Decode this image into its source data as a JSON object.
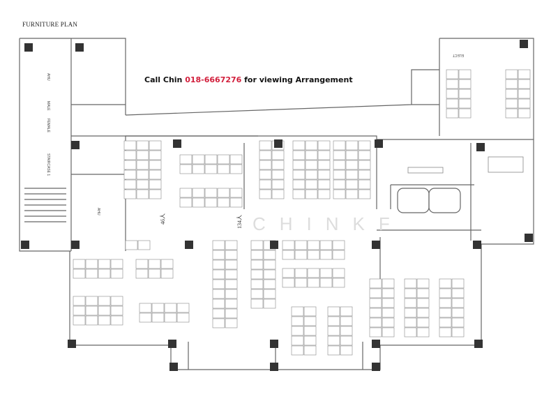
{
  "header": {
    "title": "FURNITURE PLAN",
    "call_prefix": "Call Chin ",
    "phone": "018-6667276",
    "call_suffix": " for viewing Arrangement"
  },
  "rooms": {
    "ahu_top": "AHU",
    "male": "MALE",
    "female": "FEMALE",
    "staircase": "STAIRCASE 1",
    "ahu_bottom": "AHU",
    "elect": "ELECT"
  },
  "capacity": {
    "zone_left": "46人",
    "zone_main": "134人"
  },
  "watermark": "CHINKF",
  "colors": {
    "accent": "#d21f3c",
    "wall": "#555555",
    "column": "#333333"
  }
}
